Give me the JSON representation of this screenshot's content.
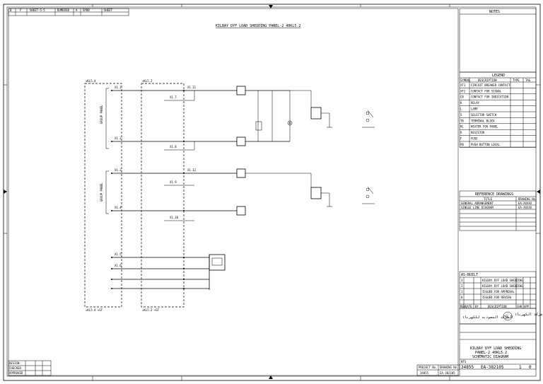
{
  "drawing_title": "KILBAY DYF LOAD SHEDDING PANEL-2 40KL5.2",
  "top_left_block": [
    "B",
    "F",
    "SHEET-5-5",
    "DUMEOSB",
    "A",
    "SPDB",
    "SHEET"
  ],
  "cabinets": {
    "left_top": "+KL5.4",
    "right_top": "+KL5.2",
    "left_bottom": "=KL5.4 +ST",
    "right_bottom": "=KL5.2 +ST"
  },
  "group_labels": [
    "GROUP PANEL",
    "GROUP PANEL"
  ],
  "terminal_labels": [
    "X1.1",
    "X1.2",
    "X1.3",
    "X1.4",
    "X1.5",
    "X1.6",
    "X1.7",
    "X1.8",
    "X1.9",
    "X1.10",
    "X1.11",
    "X1.12"
  ],
  "notes": {
    "title": "NOTES"
  },
  "legend": {
    "title": "LEGEND",
    "headers": [
      "SYMBOL",
      "DESCRIPTION",
      "TYPE",
      "TAG"
    ],
    "rows": [
      [
        "XT1",
        "CIRCUIT BREAKER CONTACT",
        "",
        ""
      ],
      [
        "XT2",
        "CONTACT FOR SIGNAL",
        "",
        ""
      ],
      [
        "CB",
        "CONTACT FOR INDICATION",
        "",
        ""
      ],
      [
        "K",
        "RELAY",
        "",
        ""
      ],
      [
        "L",
        "LAMP",
        "",
        ""
      ],
      [
        "S",
        "SELECTOR SWITCH",
        "",
        ""
      ],
      [
        "TB",
        "TERMINAL BLOCK",
        "",
        ""
      ],
      [
        "HL",
        "HEATER FOR PANEL",
        "",
        ""
      ],
      [
        "R",
        "RESISTOR",
        "",
        ""
      ],
      [
        "F",
        "FUSE",
        "",
        ""
      ],
      [
        "PB",
        "PUSH BUTTON LOCAL",
        "",
        ""
      ]
    ]
  },
  "reference_drawings": {
    "title": "REFERENCE DRAWINGS",
    "headers": [
      "TITLE",
      "DRAWING No."
    ],
    "rows": [
      [
        "GENERAL ARRANGEMENT",
        "EA-XXXXX"
      ],
      [
        "SINGLE LINE DIAGRAM",
        "EA-XXXXX"
      ]
    ]
  },
  "revision_block": {
    "title": "AS-BUILT",
    "rows": [
      [
        "3",
        "",
        "",
        "KILBAY DYF LOAD SHEDDING",
        "",
        "",
        ""
      ],
      [
        "2",
        "",
        "",
        "KILBAY DYF LOAD SHEDDING",
        "",
        "",
        ""
      ],
      [
        "1",
        "",
        "",
        "ISSUED FOR APPROVAL",
        "",
        "",
        ""
      ],
      [
        "0",
        "",
        "",
        "ISSUED FOR REVIEW",
        "",
        "",
        ""
      ]
    ],
    "headers": [
      "REV",
      "DATE",
      "BY",
      "DESCRIPTION",
      "CHK",
      "APP",
      ""
    ]
  },
  "company": {
    "arabic_name": "شركة الكهرباء",
    "arabic_name2": "الشركة السعودية للكهرباء",
    "logo_text": "SE"
  },
  "title_block": {
    "line1": "KILBAY DYF LOAD SHEDDING",
    "line2": "PANEL-2 40KL5.2",
    "line3": "SCHEMATIC DIAGRAM",
    "drawing_no": "EA-382105",
    "sheet": "1",
    "rev": "0",
    "job_no": "34855",
    "scale": "NTS"
  },
  "bottom_left_block": {
    "rows": [
      [
        "DESIGN",
        "",
        "",
        ""
      ],
      [
        "CHECKED",
        "",
        "",
        ""
      ],
      [
        "APPROVED",
        "",
        "",
        ""
      ]
    ]
  },
  "bottom_right_strip": [
    "PROJECT No.",
    "34855",
    "DRAWING No.",
    "EA-382105"
  ]
}
